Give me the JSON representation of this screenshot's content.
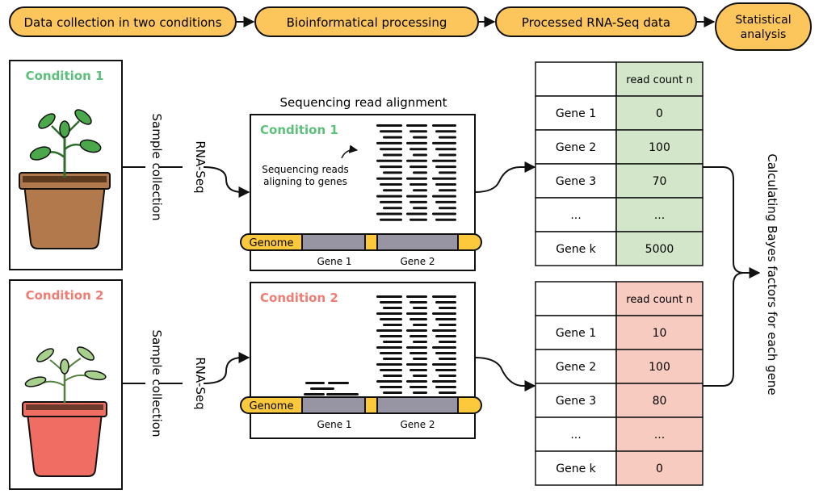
{
  "pipeline": {
    "steps": [
      {
        "label": "Data collection in two conditions"
      },
      {
        "label": "Bioinformatical processing"
      },
      {
        "label": "Processed RNA-Seq data"
      },
      {
        "label": "Statistical",
        "label2": "analysis"
      }
    ]
  },
  "condition1": {
    "label": "Condition 1",
    "color": "#5cc07a",
    "sample_collection": "Sample collection",
    "rna_seq": "RNA-Seq",
    "pot_color": "#b27a4c",
    "leaf_color": "#4aa84a"
  },
  "condition2": {
    "label": "Condition 2",
    "color": "#f07d73",
    "sample_collection": "Sample collection",
    "rna_seq": "RNA-Seq",
    "pot_color": "#f06d64",
    "leaf_color": "#a7d08c"
  },
  "alignment": {
    "title": "Sequencing read alignment",
    "annotation_line1": "Sequencing reads",
    "annotation_line2": "aligning to genes",
    "genome_label": "Genome",
    "gene1": "Gene 1",
    "gene2": "Gene 2"
  },
  "table1": {
    "header": "read count n",
    "header_color": "#d3e6c9",
    "rows": [
      {
        "gene": "Gene 1",
        "count": "0"
      },
      {
        "gene": "Gene 2",
        "count": "100"
      },
      {
        "gene": "Gene 3",
        "count": "70"
      },
      {
        "gene": "...",
        "count": "..."
      },
      {
        "gene": "Gene k",
        "count": "5000"
      }
    ]
  },
  "table2": {
    "header": "read count n",
    "header_color": "#f8cbc0",
    "rows": [
      {
        "gene": "Gene 1",
        "count": "10"
      },
      {
        "gene": "Gene 2",
        "count": "100"
      },
      {
        "gene": "Gene 3",
        "count": "80"
      },
      {
        "gene": "...",
        "count": "..."
      },
      {
        "gene": "Gene k",
        "count": "0"
      }
    ]
  },
  "analysis": {
    "label": "Calculating Bayes factors for each gene"
  },
  "colors": {
    "step_fill": "#fcc65c",
    "genome_fill": "#fcc93c",
    "gene_fill": "#9794a3"
  }
}
